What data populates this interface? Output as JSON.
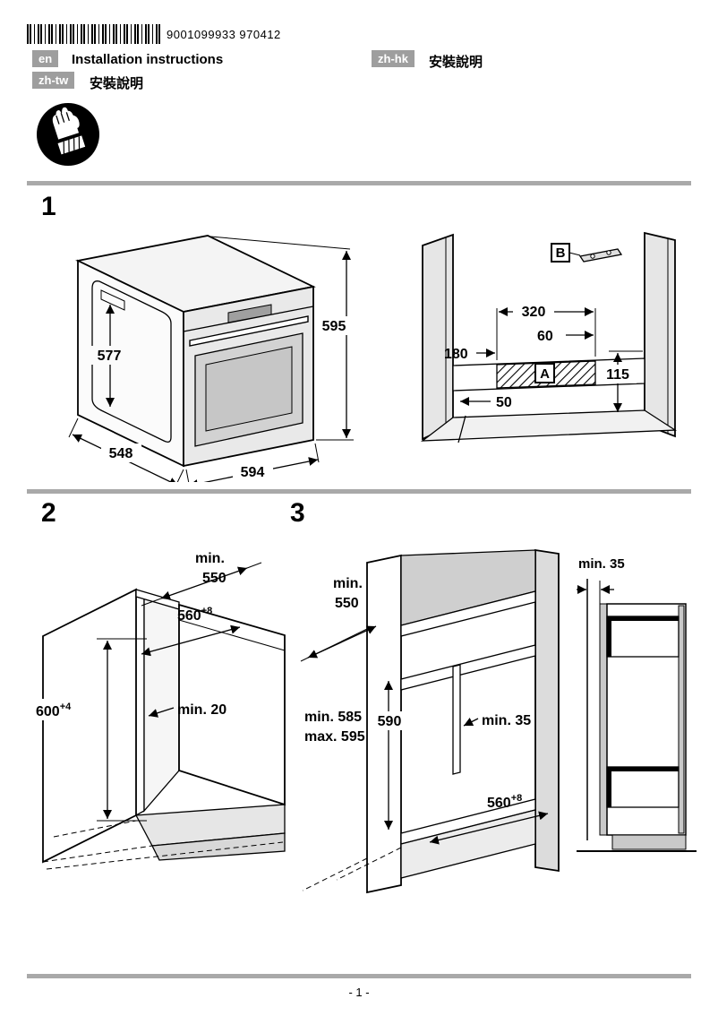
{
  "masthead": {
    "barcode_number": "9001099933  970412"
  },
  "languages": {
    "en": {
      "code": "en",
      "title": "Installation instructions"
    },
    "zh_hk": {
      "code": "zh-hk",
      "title": "安裝說明"
    },
    "zh_tw": {
      "code": "zh-tw",
      "title": "安裝說明"
    }
  },
  "steps": {
    "step1": {
      "number": "1",
      "oven": {
        "height": "595",
        "side_height": "577",
        "depth": "548",
        "width": "594"
      },
      "niche": {
        "bracket_label": "B",
        "zone_label": "A",
        "zone_width": "320",
        "right_offset": "60",
        "left_offset": "180",
        "zone_height": "115",
        "floor_offset": "50"
      }
    },
    "step2": {
      "number": "2",
      "depth_l1": "min.",
      "depth_l2": "550",
      "width_base": "560",
      "width_sup": "+8",
      "height_base": "600",
      "height_sup": "+4",
      "rear_gap": "min. 20"
    },
    "step3": {
      "number": "3",
      "depth_l1": "min.",
      "depth_l2": "550",
      "niche_min": "min. 585",
      "niche_max": "max. 595",
      "niche_height": "590",
      "rear_gap": "min. 35",
      "width_base": "560",
      "width_sup": "+8",
      "side_wall_gap": "min. 35"
    }
  },
  "footer": {
    "page_number": "- 1 -"
  }
}
